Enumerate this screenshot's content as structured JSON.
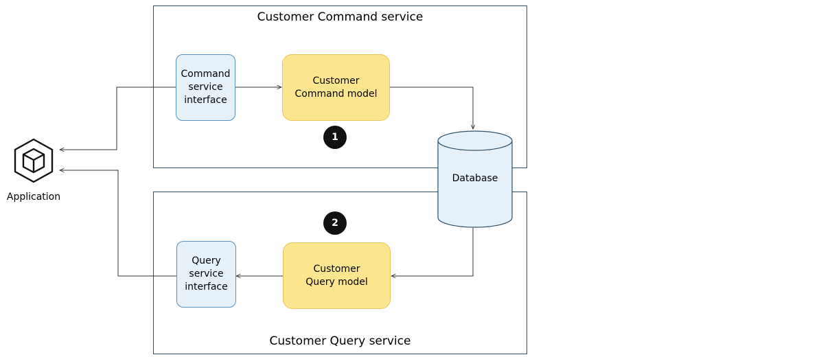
{
  "command_service": {
    "title": "Customer Command service",
    "interface_label": "Command\nservice\ninterface",
    "model_label": "Customer\nCommand model",
    "step_badge": "1"
  },
  "query_service": {
    "title": "Customer Query service",
    "interface_label": "Query\nservice\ninterface",
    "model_label": "Customer\nQuery model",
    "step_badge": "2"
  },
  "database": {
    "label": "Database"
  },
  "application": {
    "label": "Application",
    "icon": "cube-icon"
  },
  "colors": {
    "container_border": "#2f4f66",
    "interface_fill": "#e6f0f8",
    "interface_border": "#5b8fb9",
    "model_fill": "#fbe58f",
    "model_border": "#e6c65a",
    "badge_fill": "#111111",
    "connector": "#333333"
  }
}
